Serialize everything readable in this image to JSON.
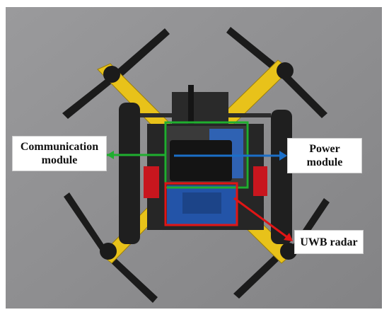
{
  "labels": {
    "communication_line1": "Communication",
    "communication_line2": "module",
    "power_line1": "Power",
    "power_line2": "module",
    "uwb": "UWB radar"
  },
  "colors": {
    "background": "#8d8d8f",
    "frame_yellow": "#e8c21a",
    "propeller": "#1b1b1b",
    "body_black": "#1f1f1f",
    "communication_box": "#1fae2f",
    "power_box": "#1b6fc8",
    "uwb_box": "#e01515",
    "board_blue": "#2354a8",
    "red_parts": "#c8161e"
  }
}
